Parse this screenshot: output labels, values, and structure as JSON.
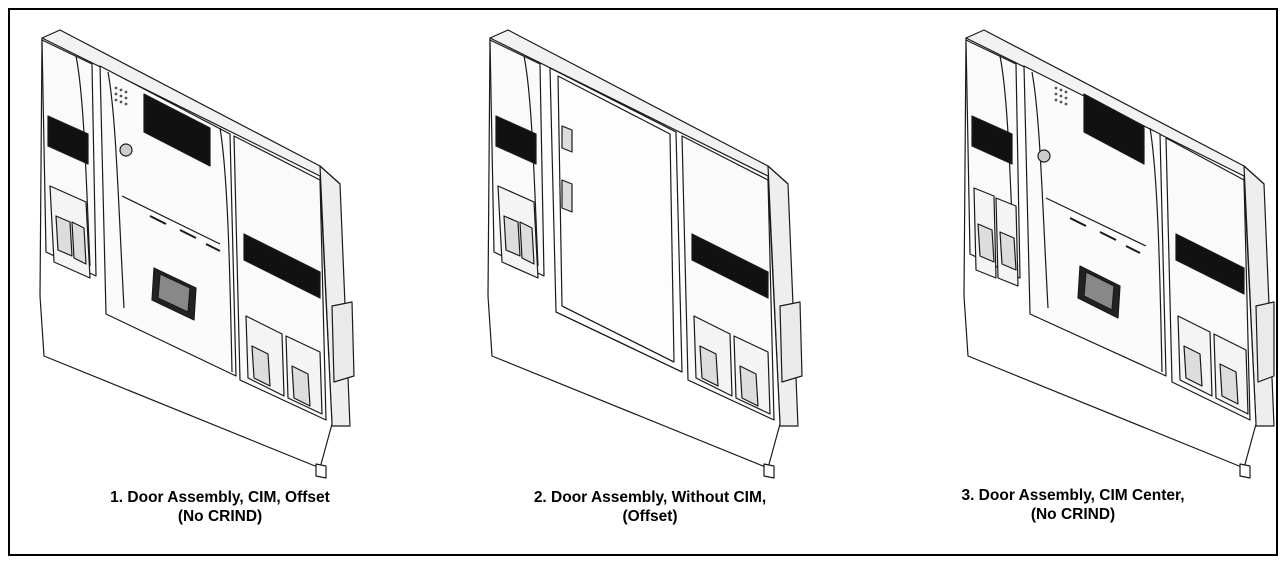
{
  "figures": [
    {
      "id": "door-1",
      "caption_line1": "1. Door Assembly, CIM, Offset",
      "caption_line2": "(No CRIND)"
    },
    {
      "id": "door-2",
      "caption_line1": "2. Door Assembly, Without CIM,",
      "caption_line2": "(Offset)"
    },
    {
      "id": "door-3",
      "caption_line1": "3. Door Assembly, CIM Center,",
      "caption_line2": "(No CRIND)"
    }
  ],
  "colors": {
    "line": "#1a1a1a",
    "fill": "#ffffff",
    "shade": "#e6e6e6",
    "dark": "#111111"
  }
}
